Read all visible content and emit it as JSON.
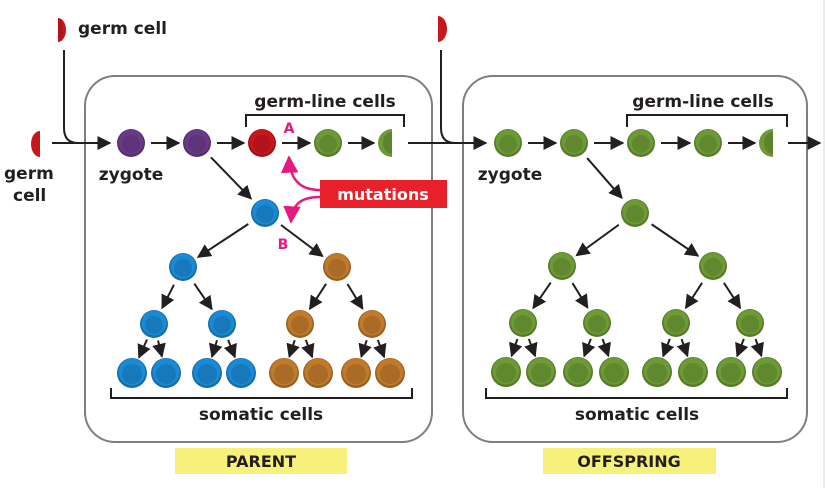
{
  "labels": {
    "germ_cell_top": "germ cell",
    "germ_cell_left_line1": "germ",
    "germ_cell_left_line2": "cell",
    "parent_zygote": "zygote",
    "offspring_zygote": "zygote",
    "parent_germline": "germ-line cells",
    "offspring_germline": "germ-line cells",
    "parent_somatic": "somatic cells",
    "offspring_somatic": "somatic cells",
    "mutations": "mutations",
    "mutation_a": "A",
    "mutation_b": "B",
    "parent_title": "PARENT",
    "offspring_title": "OFFSPRING"
  },
  "colors": {
    "purple": "#6a3a8a",
    "red": "#c8161d",
    "green": "#6d9a34",
    "blue": "#1a8ad4",
    "orange": "#c07a2a",
    "mutation_red": "#e8202a",
    "mutation_magenta": "#e6197d",
    "highlight_yellow": "#f7f07a",
    "box_stroke": "#7a8083"
  },
  "parent": {
    "germline_row": [
      "purple",
      "purple",
      "red",
      "green",
      "green-half"
    ],
    "somatic_tree": {
      "root": "blue",
      "level2": [
        "blue",
        "orange"
      ],
      "level3": [
        "blue",
        "blue",
        "orange",
        "orange"
      ],
      "level4": [
        "blue",
        "blue",
        "blue",
        "blue",
        "orange",
        "orange",
        "orange",
        "orange"
      ]
    }
  },
  "offspring": {
    "germline_row": [
      "green",
      "green",
      "green",
      "green",
      "green-half"
    ],
    "somatic_tree": {
      "root": "green",
      "level2": [
        "green",
        "green"
      ],
      "level3": [
        "green",
        "green",
        "green",
        "green"
      ],
      "level4": [
        "green",
        "green",
        "green",
        "green",
        "green",
        "green",
        "green",
        "green"
      ]
    }
  }
}
